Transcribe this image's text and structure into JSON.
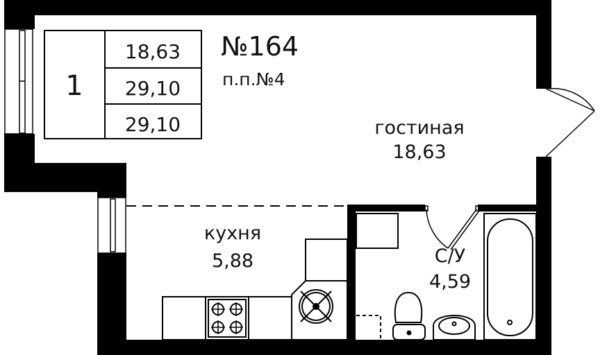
{
  "plan": {
    "apartment_number": "№164",
    "floor_ref": "п.п.№4",
    "rooms_count": "1",
    "areas": {
      "living": "18,63",
      "total": "29,10",
      "total_with_balcony": "29,10"
    },
    "rooms": [
      {
        "name": "гостиная",
        "area": "18,63"
      },
      {
        "name": "кухня",
        "area": "5,88"
      },
      {
        "name": "С/У",
        "area": "4,59"
      }
    ],
    "colors": {
      "wall": "#000000",
      "background": "#ffffff",
      "line": "#111111"
    }
  }
}
